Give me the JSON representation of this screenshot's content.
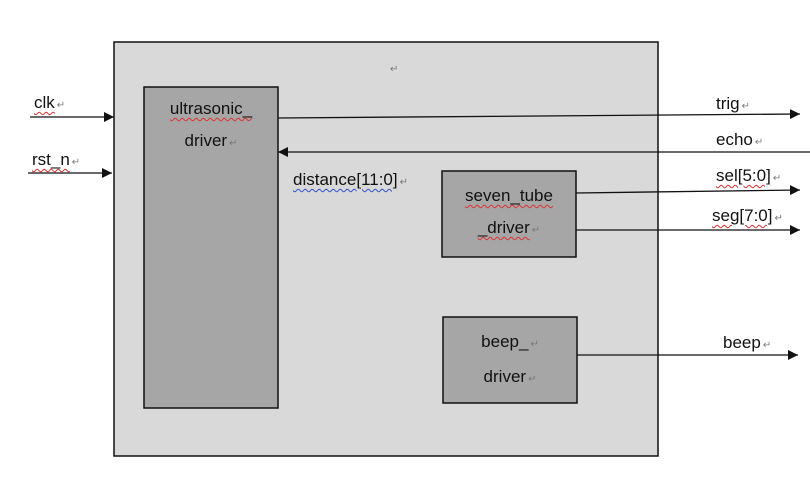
{
  "colors": {
    "outer_fill": "#d9d9d9",
    "block_fill": "#a6a6a6",
    "stroke": "#111111"
  },
  "blocks": {
    "ultrasonic": {
      "line1": "ultrasonic_",
      "line2": "driver"
    },
    "seven_tube": {
      "line1": "seven_tube",
      "line2": "_driver"
    },
    "beep": {
      "line1": "beep_",
      "line2": "driver"
    }
  },
  "signals": {
    "clk": "clk",
    "rst_n": "rst_n",
    "trig": "trig",
    "echo": "echo",
    "distance": "distance[11:0]",
    "sel": "sel[5:0]",
    "seg": "seg[7:0]",
    "beep": "beep"
  },
  "paragraph_mark": "↵"
}
